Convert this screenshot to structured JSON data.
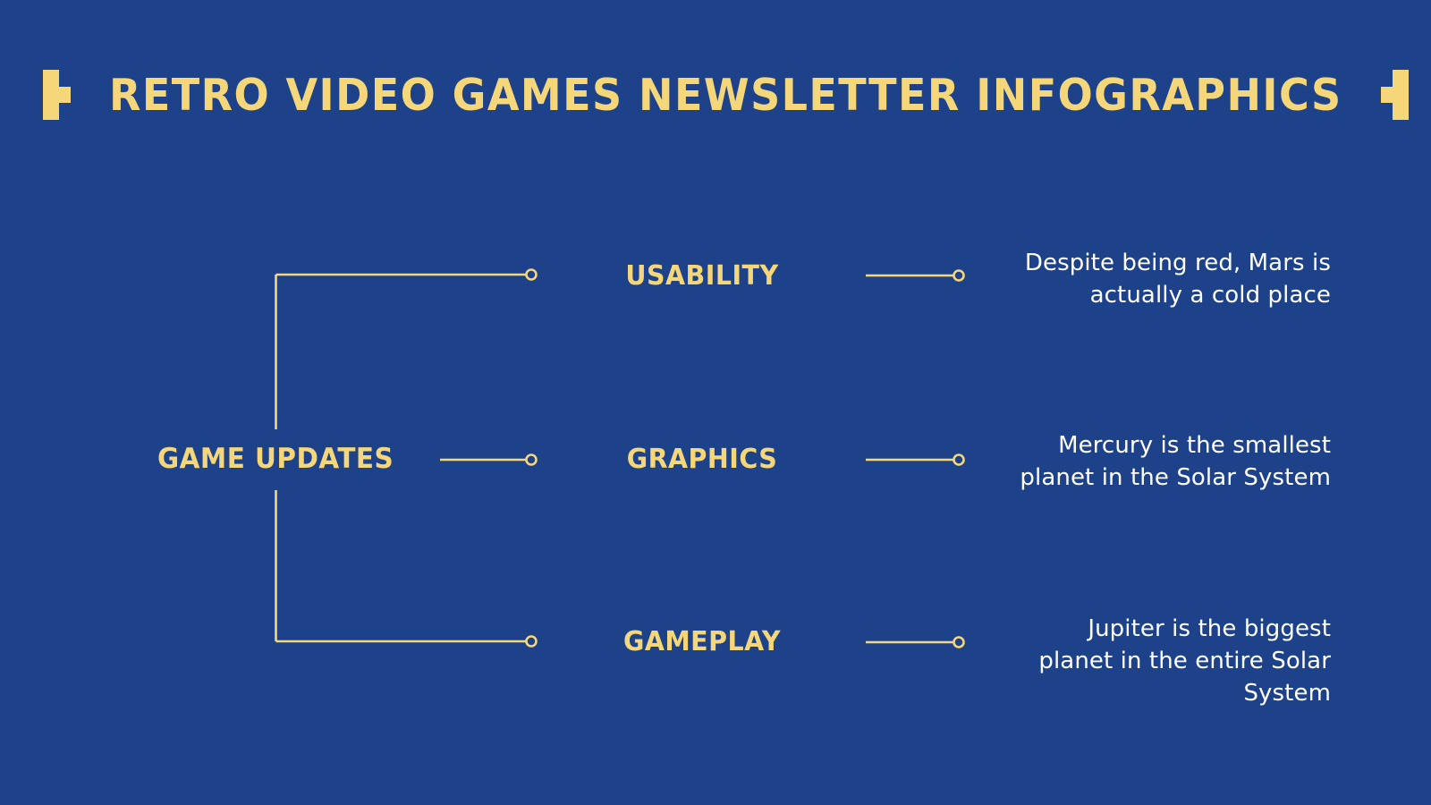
{
  "slide": {
    "background_color": "#1e4289",
    "accent_color": "#f5d779",
    "text_color": "#ffffff"
  },
  "header": {
    "title": "RETRO VIDEO GAMES NEWSLETTER INFOGRAPHICS",
    "left_bracket_icon": "bracket-left-icon",
    "right_bracket_icon": "bracket-right-icon"
  },
  "diagram": {
    "type": "mind-map",
    "root": {
      "label": "GAME UPDATES"
    },
    "branches": [
      {
        "label": "USABILITY",
        "description": "Despite being red, Mars is actually a cold place"
      },
      {
        "label": "GRAPHICS",
        "description": "Mercury is the smallest planet in the Solar System"
      },
      {
        "label": "GAMEPLAY",
        "description": "Jupiter is the biggest planet in the entire Solar System"
      }
    ]
  }
}
